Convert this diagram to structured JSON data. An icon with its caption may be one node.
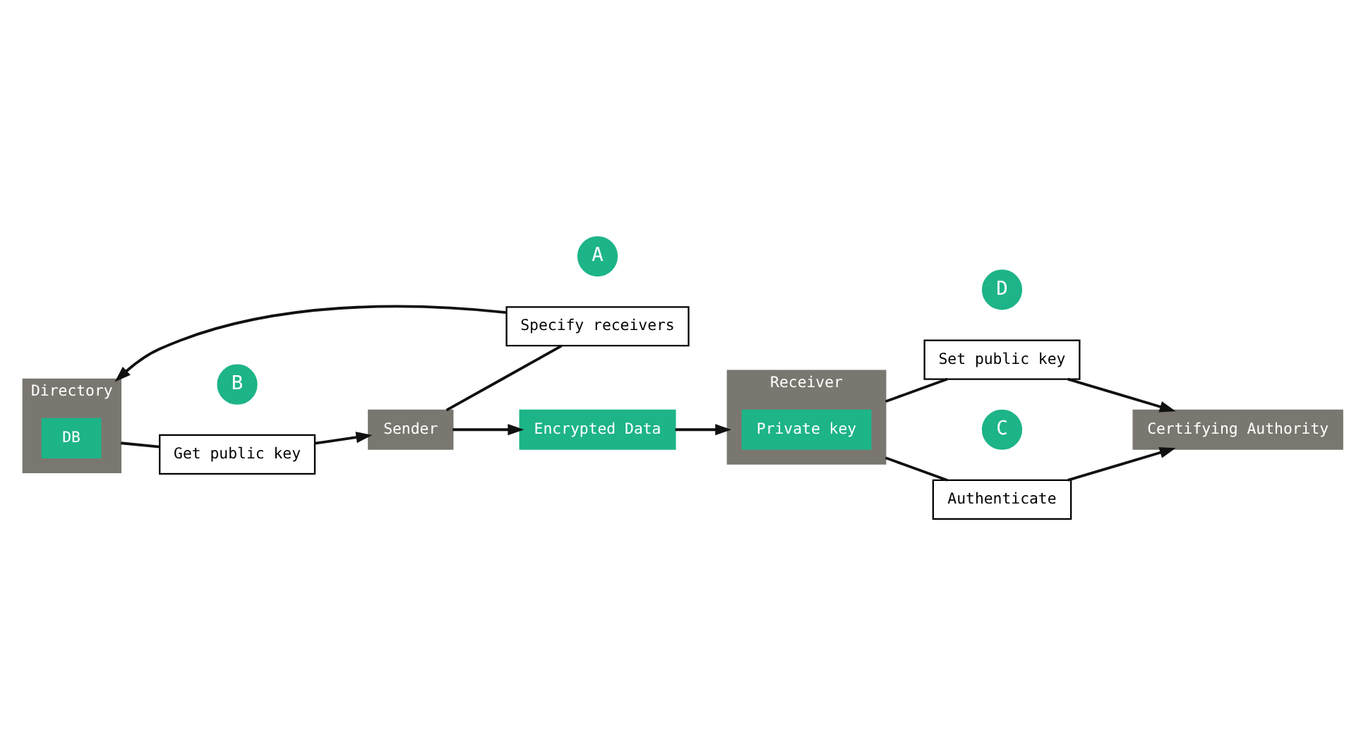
{
  "diagram": {
    "nodes": [
      {
        "text": [
          "Sender"
        ]
      },
      {
        "text": [
          "A"
        ]
      },
      {
        "text": [
          "Specify receivers"
        ]
      },
      {
        "text": [
          "Directory"
        ]
      },
      {
        "text": [
          "DB"
        ],
        "in": 3
      },
      {
        "text": [
          "B"
        ]
      },
      {
        "text": [
          "Get public key"
        ]
      },
      {
        "text": [
          "C"
        ]
      },
      {
        "text": [
          "Authenticate"
        ]
      },
      {
        "text": [
          "Receiver"
        ]
      },
      {
        "text": [
          "Private key"
        ],
        "in": 9
      },
      {
        "text": [
          "D"
        ]
      },
      {
        "text": [
          "Set public key"
        ]
      },
      {
        "text": [
          "Certifying Authority"
        ]
      },
      {
        "text": [
          "Encrypted Data"
        ]
      }
    ],
    "edges": [
      {
        "from": 0,
        "to": 2,
        "arrow": "none"
      },
      {
        "from": 2,
        "to": 3,
        "arrow": "to"
      },
      {
        "from": 3,
        "to": 6,
        "arrow": "none"
      },
      {
        "from": 6,
        "to": 0,
        "arrow": "to"
      },
      {
        "from": 9,
        "to": 8,
        "arrow": "none"
      },
      {
        "from": 8,
        "to": 13,
        "arrow": "to"
      },
      {
        "from": 9,
        "to": 12,
        "arrow": "none"
      },
      {
        "from": 12,
        "to": 13,
        "arrow": "to"
      },
      {
        "from": 0,
        "to": 14,
        "arrow": "to"
      },
      {
        "from": 14,
        "to": 9,
        "arrow": "to"
      }
    ]
  }
}
